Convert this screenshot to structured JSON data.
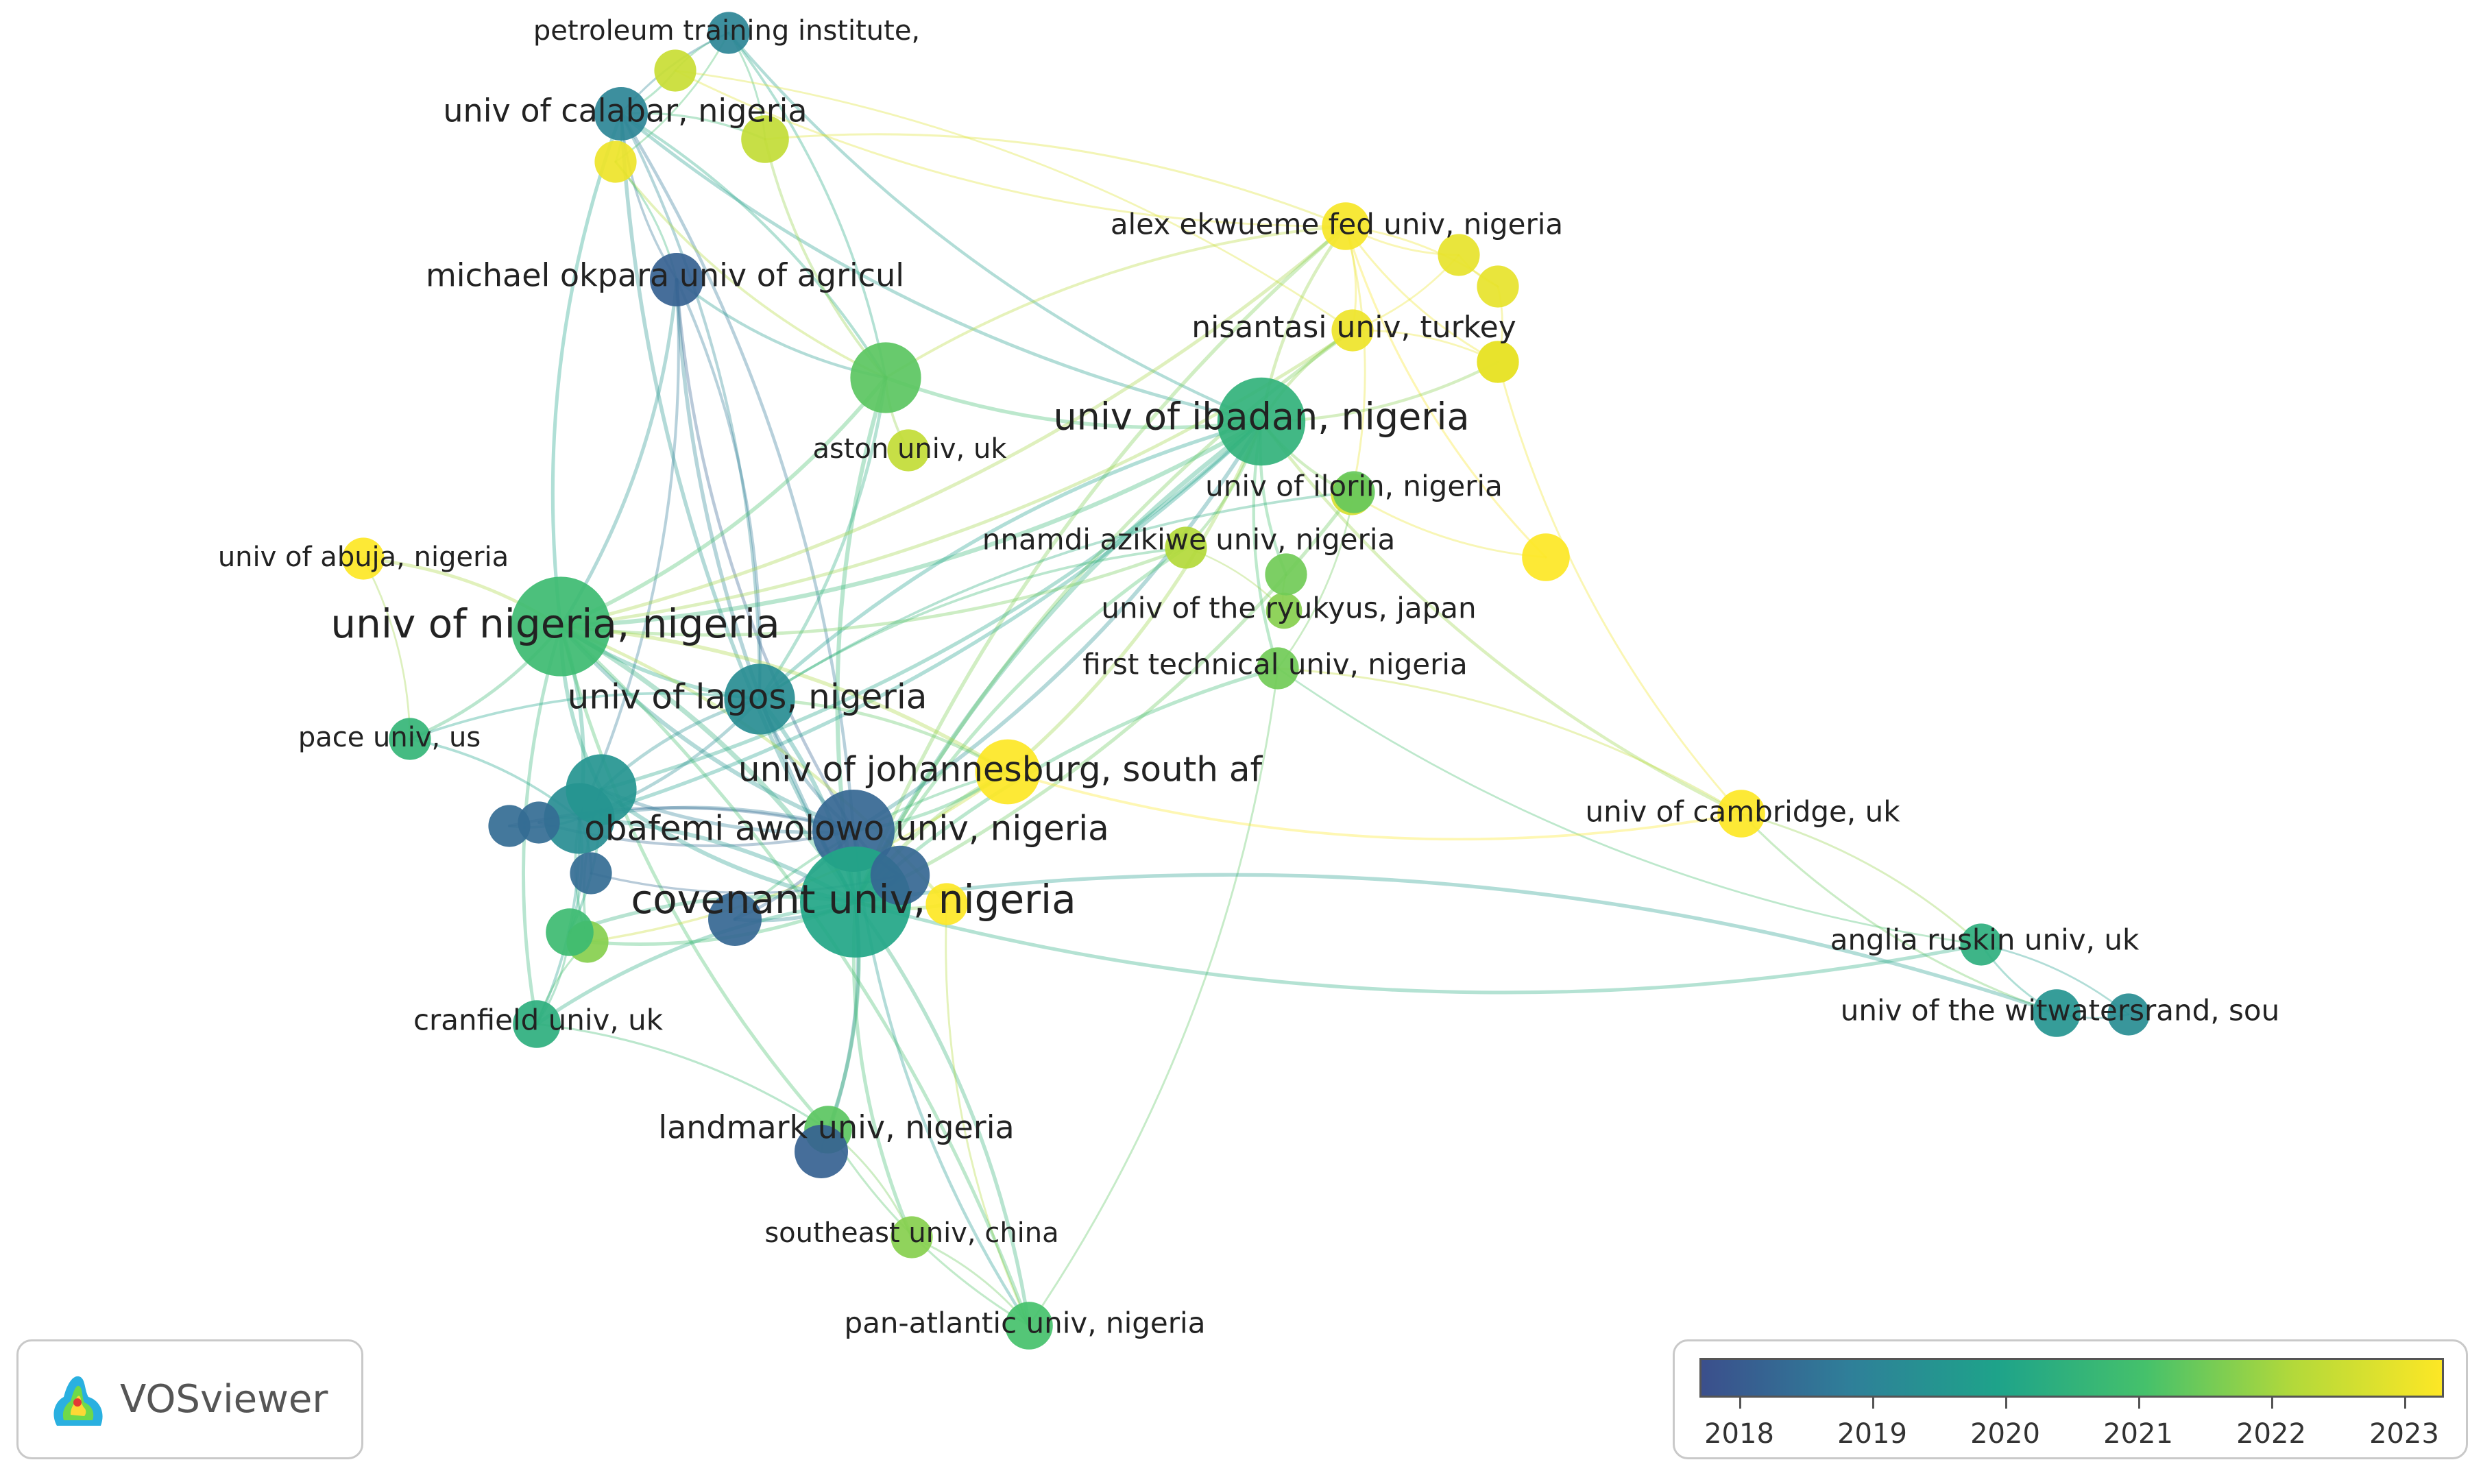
{
  "app": {
    "name": "VOSviewer"
  },
  "legend": {
    "labels": [
      "2018",
      "2019",
      "2020",
      "2021",
      "2022",
      "2023"
    ],
    "colors": [
      "#3b4f8c",
      "#2f7f99",
      "#1ea38a",
      "#45c16b",
      "#b3d93a",
      "#fde725"
    ]
  },
  "network": {
    "nodes": [
      {
        "id": "petroleum",
        "label": "petroleum training institute,",
        "year": 2019.2,
        "weight": 3
      },
      {
        "id": "calabar",
        "label": "univ of calabar, nigeria",
        "year": 2019.2,
        "weight": 5
      },
      {
        "id": "michael_okpara",
        "label": "michael okpara univ of agricul",
        "year": 2018.4,
        "weight": 5
      },
      {
        "id": "alex_ekwueme",
        "label": "alex ekwueme fed univ, nigeria",
        "year": 2022.9,
        "weight": 4
      },
      {
        "id": "nisantasi",
        "label": "nisantasi univ, turkey",
        "year": 2022.8,
        "weight": 3
      },
      {
        "id": "ibadan",
        "label": "univ of ibadan, nigeria",
        "year": 2020.5,
        "weight": 11
      },
      {
        "id": "aston",
        "label": "aston univ, uk",
        "year": 2022.2,
        "weight": 3
      },
      {
        "id": "ilorin",
        "label": "univ of ilorin, nigeria",
        "year": 2022.5,
        "weight": 3
      },
      {
        "id": "nnamdi",
        "label": "nnamdi azikiwe univ, nigeria",
        "year": 2022.0,
        "weight": 3
      },
      {
        "id": "abuja",
        "label": "univ of abuja, nigeria",
        "year": 2023.0,
        "weight": 3
      },
      {
        "id": "ryukyus",
        "label": "univ of the ryukyus, japan",
        "year": 2021.6,
        "weight": 2
      },
      {
        "id": "nigeria",
        "label": "univ of nigeria, nigeria",
        "year": 2020.8,
        "weight": 13
      },
      {
        "id": "first_tech",
        "label": "first technical univ, nigeria",
        "year": 2021.4,
        "weight": 3
      },
      {
        "id": "lagos",
        "label": "univ of lagos, nigeria",
        "year": 2019.4,
        "weight": 8
      },
      {
        "id": "pace",
        "label": "pace univ, us",
        "year": 2020.6,
        "weight": 3
      },
      {
        "id": "johannesburg",
        "label": "univ of johannesburg, south af",
        "year": 2023.0,
        "weight": 7
      },
      {
        "id": "cambridge",
        "label": "univ of cambridge, uk",
        "year": 2023.0,
        "weight": 4
      },
      {
        "id": "obafemi",
        "label": "obafemi awolowo univ, nigeria",
        "year": 2018.5,
        "weight": 10
      },
      {
        "id": "covenant",
        "label": "covenant univ, nigeria",
        "year": 2020.1,
        "weight": 15
      },
      {
        "id": "anglia",
        "label": "anglia ruskin univ, uk",
        "year": 2020.4,
        "weight": 3
      },
      {
        "id": "witwatersrand",
        "label": "univ of the witwatersrand, sou",
        "year": 2019.6,
        "weight": 4
      },
      {
        "id": "cranfield",
        "label": "cranfield univ, uk",
        "year": 2020.4,
        "weight": 4
      },
      {
        "id": "landmark",
        "label": "landmark univ, nigeria",
        "year": 2021.2,
        "weight": 4
      },
      {
        "id": "southeast",
        "label": "southeast univ, china",
        "year": 2021.6,
        "weight": 3
      },
      {
        "id": "pan_atlantic",
        "label": "pan-atlantic univ, nigeria",
        "year": 2021.0,
        "weight": 4
      },
      {
        "id": "u1",
        "label": "",
        "year": 2022.3,
        "weight": 3
      },
      {
        "id": "u2",
        "label": "",
        "year": 2022.8,
        "weight": 3
      },
      {
        "id": "u3",
        "label": "",
        "year": 2022.2,
        "weight": 4
      },
      {
        "id": "u4",
        "label": "",
        "year": 2021.2,
        "weight": 8
      },
      {
        "id": "u5",
        "label": "",
        "year": 2023.0,
        "weight": 4
      },
      {
        "id": "u6",
        "label": "",
        "year": 2022.7,
        "weight": 3
      },
      {
        "id": "u7",
        "label": "",
        "year": 2022.7,
        "weight": 3
      },
      {
        "id": "u8",
        "label": "",
        "year": 2022.7,
        "weight": 3
      },
      {
        "id": "u9",
        "label": "",
        "year": 2021.3,
        "weight": 3
      },
      {
        "id": "u10",
        "label": "",
        "year": 2019.4,
        "weight": 8
      },
      {
        "id": "u11",
        "label": "",
        "year": 2019.6,
        "weight": 8
      },
      {
        "id": "u12",
        "label": "",
        "year": 2018.6,
        "weight": 3
      },
      {
        "id": "u13",
        "label": "",
        "year": 2018.6,
        "weight": 3
      },
      {
        "id": "u14",
        "label": "",
        "year": 2018.6,
        "weight": 3
      },
      {
        "id": "u15",
        "label": "",
        "year": 2018.5,
        "weight": 6
      },
      {
        "id": "u16",
        "label": "",
        "year": 2018.5,
        "weight": 5
      },
      {
        "id": "u17",
        "label": "",
        "year": 2023.0,
        "weight": 3
      },
      {
        "id": "u18",
        "label": "",
        "year": 2021.6,
        "weight": 3
      },
      {
        "id": "u19",
        "label": "",
        "year": 2020.8,
        "weight": 4
      },
      {
        "id": "u20",
        "label": "",
        "year": 2021.4,
        "weight": 3
      },
      {
        "id": "u21",
        "label": "",
        "year": 2018.4,
        "weight": 5
      },
      {
        "id": "u22",
        "label": "",
        "year": 2022.7,
        "weight": 3
      },
      {
        "id": "u23",
        "label": "",
        "year": 2019.4,
        "weight": 3
      }
    ],
    "links": [
      [
        "calabar",
        "michael_okpara"
      ],
      [
        "calabar",
        "u3"
      ],
      [
        "calabar",
        "u1"
      ],
      [
        "calabar",
        "u2"
      ],
      [
        "calabar",
        "nigeria"
      ],
      [
        "calabar",
        "lagos"
      ],
      [
        "calabar",
        "covenant"
      ],
      [
        "calabar",
        "u4"
      ],
      [
        "calabar",
        "ibadan"
      ],
      [
        "calabar",
        "obafemi"
      ],
      [
        "petroleum",
        "u1"
      ],
      [
        "petroleum",
        "u3"
      ],
      [
        "petroleum",
        "ibadan"
      ],
      [
        "petroleum",
        "u4"
      ],
      [
        "petroleum",
        "calabar"
      ],
      [
        "petroleum",
        "u2"
      ],
      [
        "u2",
        "u4"
      ],
      [
        "u2",
        "michael_okpara"
      ],
      [
        "u3",
        "u4"
      ],
      [
        "u3",
        "alex_ekwueme"
      ],
      [
        "u1",
        "alex_ekwueme"
      ],
      [
        "u1",
        "nisantasi"
      ],
      [
        "michael_okpara",
        "u4"
      ],
      [
        "michael_okpara",
        "nigeria"
      ],
      [
        "michael_okpara",
        "covenant"
      ],
      [
        "michael_okpara",
        "lagos"
      ],
      [
        "michael_okpara",
        "obafemi"
      ],
      [
        "michael_okpara",
        "u10"
      ],
      [
        "u4",
        "ibadan"
      ],
      [
        "u4",
        "nigeria"
      ],
      [
        "u4",
        "covenant"
      ],
      [
        "u4",
        "alex_ekwueme"
      ],
      [
        "u4",
        "aston"
      ],
      [
        "u4",
        "lagos"
      ],
      [
        "alex_ekwueme",
        "u6"
      ],
      [
        "alex_ekwueme",
        "u7"
      ],
      [
        "alex_ekwueme",
        "u8"
      ],
      [
        "alex_ekwueme",
        "nisantasi"
      ],
      [
        "alex_ekwueme",
        "ibadan"
      ],
      [
        "alex_ekwueme",
        "nigeria"
      ],
      [
        "alex_ekwueme",
        "u5"
      ],
      [
        "alex_ekwueme",
        "ilorin"
      ],
      [
        "alex_ekwueme",
        "covenant"
      ],
      [
        "u6",
        "nisantasi"
      ],
      [
        "u6",
        "u7"
      ],
      [
        "u7",
        "u8"
      ],
      [
        "u8",
        "u22"
      ],
      [
        "u8",
        "ibadan"
      ],
      [
        "nisantasi",
        "ibadan"
      ],
      [
        "nisantasi",
        "u8"
      ],
      [
        "nisantasi",
        "covenant"
      ],
      [
        "nisantasi",
        "nigeria"
      ],
      [
        "ibadan",
        "ilorin"
      ],
      [
        "ibadan",
        "nnamdi"
      ],
      [
        "ibadan",
        "covenant"
      ],
      [
        "ibadan",
        "nigeria"
      ],
      [
        "ibadan",
        "lagos"
      ],
      [
        "ibadan",
        "obafemi"
      ],
      [
        "ibadan",
        "first_tech"
      ],
      [
        "ibadan",
        "johannesburg"
      ],
      [
        "ibadan",
        "u20"
      ],
      [
        "ibadan",
        "u10"
      ],
      [
        "ibadan",
        "cambridge"
      ],
      [
        "ibadan",
        "u11"
      ],
      [
        "ilorin",
        "u5"
      ],
      [
        "ilorin",
        "covenant"
      ],
      [
        "nnamdi",
        "covenant"
      ],
      [
        "nnamdi",
        "nigeria"
      ],
      [
        "nnamdi",
        "lagos"
      ],
      [
        "nnamdi",
        "ryukyus"
      ],
      [
        "first_tech",
        "covenant"
      ],
      [
        "first_tech",
        "pan_atlantic"
      ],
      [
        "first_tech",
        "anglia"
      ],
      [
        "first_tech",
        "cambridge"
      ],
      [
        "first_tech",
        "u9"
      ],
      [
        "ryukyus",
        "u20"
      ],
      [
        "nigeria",
        "lagos"
      ],
      [
        "nigeria",
        "covenant"
      ],
      [
        "nigeria",
        "obafemi"
      ],
      [
        "nigeria",
        "u10"
      ],
      [
        "nigeria",
        "u11"
      ],
      [
        "nigeria",
        "pace"
      ],
      [
        "nigeria",
        "abuja"
      ],
      [
        "nigeria",
        "johannesburg"
      ],
      [
        "nigeria",
        "cranfield"
      ],
      [
        "nigeria",
        "u17"
      ],
      [
        "nigeria",
        "landmark"
      ],
      [
        "lagos",
        "covenant"
      ],
      [
        "lagos",
        "obafemi"
      ],
      [
        "lagos",
        "u10"
      ],
      [
        "lagos",
        "u11"
      ],
      [
        "lagos",
        "johannesburg"
      ],
      [
        "lagos",
        "pace"
      ],
      [
        "lagos",
        "u9"
      ],
      [
        "johannesburg",
        "covenant"
      ],
      [
        "johannesburg",
        "obafemi"
      ],
      [
        "johannesburg",
        "cambridge"
      ],
      [
        "johannesburg",
        "u18"
      ],
      [
        "johannesburg",
        "u16"
      ],
      [
        "cambridge",
        "anglia"
      ],
      [
        "cambridge",
        "witwatersrand"
      ],
      [
        "cambridge",
        "u22"
      ],
      [
        "anglia",
        "witwatersrand"
      ],
      [
        "anglia",
        "u23"
      ],
      [
        "witwatersrand",
        "u23"
      ],
      [
        "covenant",
        "witwatersrand"
      ],
      [
        "covenant",
        "anglia"
      ],
      [
        "obafemi",
        "covenant"
      ],
      [
        "obafemi",
        "u10"
      ],
      [
        "obafemi",
        "u11"
      ],
      [
        "obafemi",
        "u15"
      ],
      [
        "obafemi",
        "u16"
      ],
      [
        "obafemi",
        "u12"
      ],
      [
        "obafemi",
        "u13"
      ],
      [
        "covenant",
        "u10"
      ],
      [
        "covenant",
        "u11"
      ],
      [
        "covenant",
        "u15"
      ],
      [
        "covenant",
        "u16"
      ],
      [
        "covenant",
        "u17"
      ],
      [
        "covenant",
        "u21"
      ],
      [
        "covenant",
        "u19"
      ],
      [
        "covenant",
        "landmark"
      ],
      [
        "covenant",
        "southeast"
      ],
      [
        "covenant",
        "pan_atlantic"
      ],
      [
        "covenant",
        "cranfield"
      ],
      [
        "covenant",
        "u18"
      ],
      [
        "u10",
        "u11"
      ],
      [
        "u10",
        "u12"
      ],
      [
        "u10",
        "u13"
      ],
      [
        "u10",
        "u14"
      ],
      [
        "u10",
        "pace"
      ],
      [
        "u10",
        "u19"
      ],
      [
        "u10",
        "u18"
      ],
      [
        "u10",
        "cranfield"
      ],
      [
        "u11",
        "u18"
      ],
      [
        "u11",
        "u19"
      ],
      [
        "u19",
        "u18"
      ],
      [
        "u19",
        "cranfield"
      ],
      [
        "u18",
        "cranfield"
      ],
      [
        "cranfield",
        "landmark"
      ],
      [
        "landmark",
        "u21"
      ],
      [
        "landmark",
        "southeast"
      ],
      [
        "landmark",
        "pan_atlantic"
      ],
      [
        "pan_atlantic",
        "u17"
      ],
      [
        "pan_atlantic",
        "southeast"
      ],
      [
        "pan_atlantic",
        "obafemi"
      ],
      [
        "pan_atlantic",
        "nigeria"
      ],
      [
        "u15",
        "u14"
      ],
      [
        "pace",
        "abuja"
      ]
    ]
  }
}
